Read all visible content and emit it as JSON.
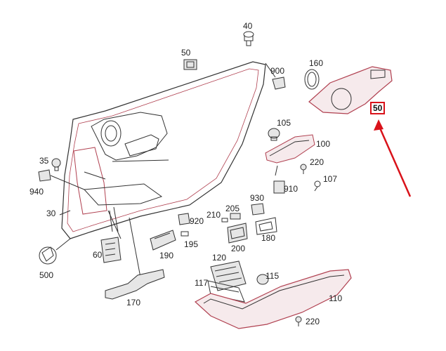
{
  "diagram": {
    "colors": {
      "outline": "#333333",
      "fill": "#ffffff",
      "trim_fill": "#f6eaec",
      "accent": "#d9121a",
      "part_fill": "#e6e6e6"
    },
    "parts": {
      "p40": "40",
      "p50_top": "50",
      "p900": "900",
      "p160": "160",
      "p50_highlight": "50",
      "p105": "105",
      "p100": "100",
      "p35": "35",
      "p220_top": "220",
      "p107": "107",
      "p910": "910",
      "p940": "940",
      "p930": "930",
      "p210": "210",
      "p205": "205",
      "p30": "30",
      "p920": "920",
      "p195": "195",
      "p200": "200",
      "p180": "180",
      "p60": "60",
      "p190": "190",
      "p120": "120",
      "p500": "500",
      "p115": "115",
      "p117": "117",
      "p110": "110",
      "p170": "170",
      "p220_bottom": "220"
    }
  }
}
